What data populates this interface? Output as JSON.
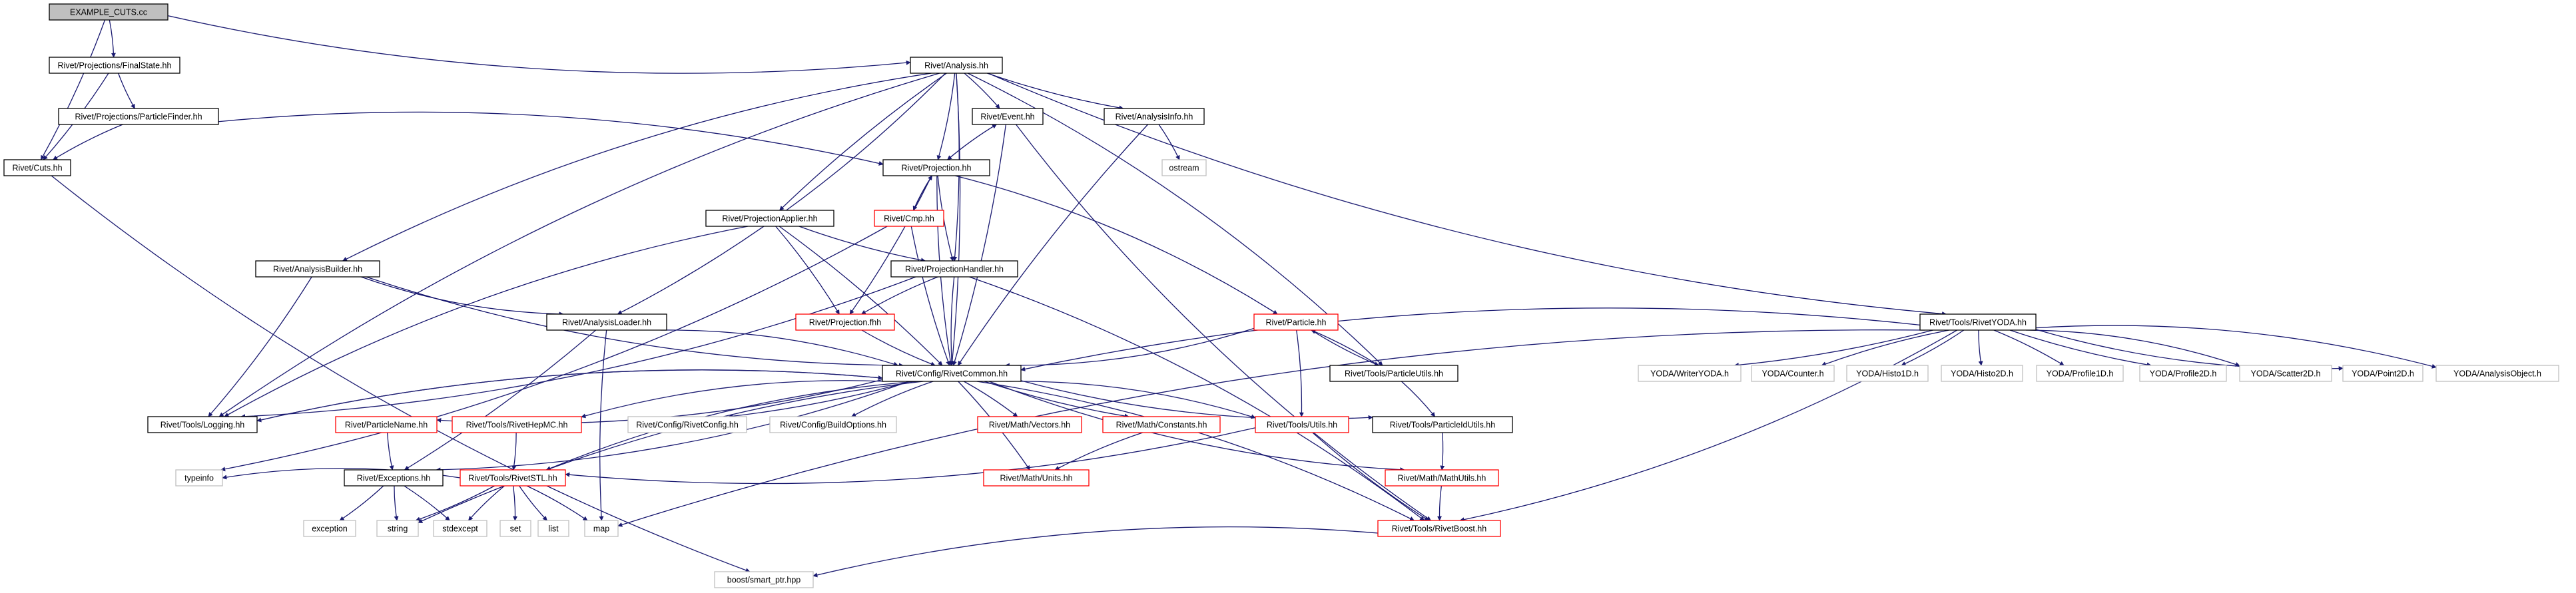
{
  "diagram": {
    "colors": {
      "edge": "#191970",
      "box_fill": "#ffffff",
      "root_fill": "#bfbfbf",
      "border_normal": "#000000",
      "border_missing": "#bfbfbf",
      "border_truncated": "#ff0000",
      "text": "#000000"
    },
    "nodes": [
      {
        "id": "example_cuts",
        "label": "EXAMPLE_CUTS.cc",
        "kind": "root"
      },
      {
        "id": "finalstate",
        "label": "Rivet/Projections/FinalState.hh",
        "kind": "normal"
      },
      {
        "id": "analysis",
        "label": "Rivet/Analysis.hh",
        "kind": "normal"
      },
      {
        "id": "particlefinder",
        "label": "Rivet/Projections/ParticleFinder.hh",
        "kind": "normal"
      },
      {
        "id": "cuts",
        "label": "Rivet/Cuts.hh",
        "kind": "normal"
      },
      {
        "id": "event",
        "label": "Rivet/Event.hh",
        "kind": "normal"
      },
      {
        "id": "analysisinfo",
        "label": "Rivet/AnalysisInfo.hh",
        "kind": "normal"
      },
      {
        "id": "ostream",
        "label": "ostream",
        "kind": "missing"
      },
      {
        "id": "projection",
        "label": "Rivet/Projection.hh",
        "kind": "normal"
      },
      {
        "id": "projectionapplier",
        "label": "Rivet/ProjectionApplier.hh",
        "kind": "normal"
      },
      {
        "id": "cmp",
        "label": "Rivet/Cmp.hh",
        "kind": "truncated"
      },
      {
        "id": "analysisbuilder",
        "label": "Rivet/AnalysisBuilder.hh",
        "kind": "normal"
      },
      {
        "id": "projectionhandler",
        "label": "Rivet/ProjectionHandler.hh",
        "kind": "normal"
      },
      {
        "id": "analysisloader",
        "label": "Rivet/AnalysisLoader.hh",
        "kind": "normal"
      },
      {
        "id": "projectionfhh",
        "label": "Rivet/Projection.fhh",
        "kind": "truncated"
      },
      {
        "id": "particle",
        "label": "Rivet/Particle.hh",
        "kind": "truncated"
      },
      {
        "id": "particleutils",
        "label": "Rivet/Tools/ParticleUtils.hh",
        "kind": "normal"
      },
      {
        "id": "rivetyoda",
        "label": "Rivet/Tools/RivetYODA.hh",
        "kind": "normal"
      },
      {
        "id": "rivetcommon",
        "label": "Rivet/Config/RivetCommon.hh",
        "kind": "normal"
      },
      {
        "id": "logging",
        "label": "Rivet/Tools/Logging.hh",
        "kind": "normal"
      },
      {
        "id": "particlename",
        "label": "Rivet/ParticleName.hh",
        "kind": "truncated"
      },
      {
        "id": "rivethepmc",
        "label": "Rivet/Tools/RivetHepMC.hh",
        "kind": "truncated"
      },
      {
        "id": "rivetconfig",
        "label": "Rivet/Config/RivetConfig.hh",
        "kind": "missing"
      },
      {
        "id": "buildoptions",
        "label": "Rivet/Config/BuildOptions.hh",
        "kind": "missing"
      },
      {
        "id": "vectors",
        "label": "Rivet/Math/Vectors.hh",
        "kind": "truncated"
      },
      {
        "id": "constants",
        "label": "Rivet/Math/Constants.hh",
        "kind": "truncated"
      },
      {
        "id": "utils",
        "label": "Rivet/Tools/Utils.hh",
        "kind": "truncated"
      },
      {
        "id": "particleidutils",
        "label": "Rivet/Tools/ParticleIdUtils.hh",
        "kind": "normal"
      },
      {
        "id": "exceptions",
        "label": "Rivet/Exceptions.hh",
        "kind": "normal"
      },
      {
        "id": "rivetstl",
        "label": "Rivet/Tools/RivetSTL.hh",
        "kind": "truncated"
      },
      {
        "id": "units",
        "label": "Rivet/Math/Units.hh",
        "kind": "truncated"
      },
      {
        "id": "mathutils",
        "label": "Rivet/Math/MathUtils.hh",
        "kind": "truncated"
      },
      {
        "id": "rivetboost",
        "label": "Rivet/Tools/RivetBoost.hh",
        "kind": "truncated"
      },
      {
        "id": "typeinfo",
        "label": "typeinfo",
        "kind": "missing"
      },
      {
        "id": "exception",
        "label": "exception",
        "kind": "missing"
      },
      {
        "id": "string",
        "label": "string",
        "kind": "missing"
      },
      {
        "id": "stdexcept",
        "label": "stdexcept",
        "kind": "missing"
      },
      {
        "id": "set",
        "label": "set",
        "kind": "missing"
      },
      {
        "id": "list",
        "label": "list",
        "kind": "missing"
      },
      {
        "id": "map",
        "label": "map",
        "kind": "missing"
      },
      {
        "id": "smartptr",
        "label": "boost/smart_ptr.hpp",
        "kind": "missing"
      },
      {
        "id": "writeryoda",
        "label": "YODA/WriterYODA.h",
        "kind": "missing"
      },
      {
        "id": "counter",
        "label": "YODA/Counter.h",
        "kind": "missing"
      },
      {
        "id": "histo1d",
        "label": "YODA/Histo1D.h",
        "kind": "missing"
      },
      {
        "id": "histo2d",
        "label": "YODA/Histo2D.h",
        "kind": "missing"
      },
      {
        "id": "profile1d",
        "label": "YODA/Profile1D.h",
        "kind": "missing"
      },
      {
        "id": "profile2d",
        "label": "YODA/Profile2D.h",
        "kind": "missing"
      },
      {
        "id": "scatter2d",
        "label": "YODA/Scatter2D.h",
        "kind": "missing"
      },
      {
        "id": "point2d",
        "label": "YODA/Point2D.h",
        "kind": "missing"
      },
      {
        "id": "analysisobject",
        "label": "YODA/AnalysisObject.h",
        "kind": "missing"
      }
    ],
    "edges": [
      [
        "example_cuts",
        "finalstate"
      ],
      [
        "example_cuts",
        "analysis"
      ],
      [
        "example_cuts",
        "cuts"
      ],
      [
        "finalstate",
        "particlefinder"
      ],
      [
        "finalstate",
        "cuts"
      ],
      [
        "particlefinder",
        "cuts"
      ],
      [
        "particlefinder",
        "projection"
      ],
      [
        "cuts",
        "smartptr"
      ],
      [
        "analysis",
        "event"
      ],
      [
        "analysis",
        "analysisinfo"
      ],
      [
        "analysis",
        "projection"
      ],
      [
        "analysis",
        "projectionapplier"
      ],
      [
        "analysis",
        "projectionhandler"
      ],
      [
        "analysis",
        "analysisbuilder"
      ],
      [
        "analysis",
        "analysisloader"
      ],
      [
        "analysis",
        "logging"
      ],
      [
        "analysis",
        "particleutils"
      ],
      [
        "analysis",
        "rivetyoda"
      ],
      [
        "analysis",
        "rivetcommon"
      ],
      [
        "event",
        "projection"
      ],
      [
        "event",
        "rivetcommon"
      ],
      [
        "event",
        "rivetboost"
      ],
      [
        "projection",
        "event"
      ],
      [
        "projection",
        "cmp"
      ],
      [
        "projection",
        "projectionfhh"
      ],
      [
        "projection",
        "projectionhandler"
      ],
      [
        "projection",
        "particle"
      ],
      [
        "projection",
        "rivetcommon"
      ],
      [
        "analysisinfo",
        "ostream"
      ],
      [
        "analysisinfo",
        "rivetcommon"
      ],
      [
        "cmp",
        "projection"
      ],
      [
        "cmp",
        "rivetcommon"
      ],
      [
        "cmp",
        "typeinfo"
      ],
      [
        "projectionapplier",
        "projectionhandler"
      ],
      [
        "projectionapplier",
        "projectionfhh"
      ],
      [
        "projectionapplier",
        "logging"
      ],
      [
        "projectionapplier",
        "rivetcommon"
      ],
      [
        "projectionhandler",
        "projectionfhh"
      ],
      [
        "projectionhandler",
        "logging"
      ],
      [
        "projectionhandler",
        "rivetcommon"
      ],
      [
        "projectionhandler",
        "rivetboost"
      ],
      [
        "analysisbuilder",
        "analysisloader"
      ],
      [
        "analysisbuilder",
        "logging"
      ],
      [
        "analysisbuilder",
        "rivetcommon"
      ],
      [
        "analysisloader",
        "rivetcommon"
      ],
      [
        "analysisloader",
        "map"
      ],
      [
        "analysisloader",
        "exceptions"
      ],
      [
        "projectionfhh",
        "rivetcommon"
      ],
      [
        "particle",
        "rivetcommon"
      ],
      [
        "particle",
        "particleutils"
      ],
      [
        "particle",
        "utils"
      ],
      [
        "particleutils",
        "particle"
      ],
      [
        "particleutils",
        "particleidutils"
      ],
      [
        "rivetyoda",
        "rivetcommon"
      ],
      [
        "rivetyoda",
        "writeryoda"
      ],
      [
        "rivetyoda",
        "counter"
      ],
      [
        "rivetyoda",
        "histo1d"
      ],
      [
        "rivetyoda",
        "histo2d"
      ],
      [
        "rivetyoda",
        "profile1d"
      ],
      [
        "rivetyoda",
        "profile2d"
      ],
      [
        "rivetyoda",
        "scatter2d"
      ],
      [
        "rivetyoda",
        "point2d"
      ],
      [
        "rivetyoda",
        "analysisobject"
      ],
      [
        "rivetyoda",
        "map"
      ],
      [
        "rivetyoda",
        "rivetboost"
      ],
      [
        "rivetcommon",
        "logging"
      ],
      [
        "rivetcommon",
        "particlename"
      ],
      [
        "rivetcommon",
        "rivethepmc"
      ],
      [
        "rivetcommon",
        "rivetconfig"
      ],
      [
        "rivetcommon",
        "buildoptions"
      ],
      [
        "rivetcommon",
        "vectors"
      ],
      [
        "rivetcommon",
        "constants"
      ],
      [
        "rivetcommon",
        "utils"
      ],
      [
        "rivetcommon",
        "particleidutils"
      ],
      [
        "rivetcommon",
        "exceptions"
      ],
      [
        "rivetcommon",
        "rivetstl"
      ],
      [
        "rivetcommon",
        "units"
      ],
      [
        "rivetcommon",
        "mathutils"
      ],
      [
        "rivetcommon",
        "rivetboost"
      ],
      [
        "rivetcommon",
        "string"
      ],
      [
        "logging",
        "rivetcommon"
      ],
      [
        "particlename",
        "exceptions"
      ],
      [
        "rivethepmc",
        "rivetstl"
      ],
      [
        "constants",
        "units"
      ],
      [
        "utils",
        "rivetstl"
      ],
      [
        "utils",
        "rivetboost"
      ],
      [
        "particleidutils",
        "mathutils"
      ],
      [
        "mathutils",
        "rivetboost"
      ],
      [
        "exceptions",
        "exception"
      ],
      [
        "exceptions",
        "string"
      ],
      [
        "exceptions",
        "stdexcept"
      ],
      [
        "rivetstl",
        "typeinfo"
      ],
      [
        "rivetstl",
        "string"
      ],
      [
        "rivetstl",
        "stdexcept"
      ],
      [
        "rivetstl",
        "set"
      ],
      [
        "rivetstl",
        "list"
      ],
      [
        "rivetstl",
        "map"
      ],
      [
        "rivetboost",
        "smartptr"
      ]
    ]
  }
}
